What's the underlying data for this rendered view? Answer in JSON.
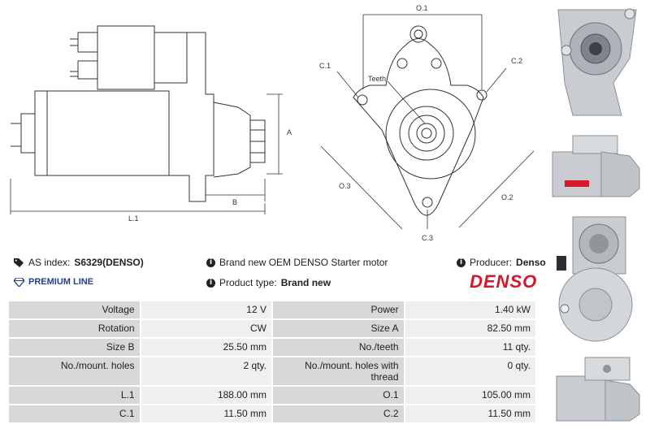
{
  "drawing_side": {
    "labels": {
      "A": "A",
      "B": "B",
      "L1": "L.1"
    }
  },
  "drawing_front": {
    "labels": {
      "O1": "O.1",
      "O2": "O.2",
      "O3": "O.3",
      "C1": "C.1",
      "C2": "C.2",
      "C3": "C.3",
      "teeth": "Teeth"
    }
  },
  "info": {
    "as_index_label": "AS index:",
    "as_index_value": "S6329(DENSO)",
    "premium_line": "PREMIUM LINE",
    "description": "Brand new OEM DENSO Starter motor",
    "product_type_label": "Product type:",
    "product_type_value": "Brand new",
    "producer_label": "Producer:",
    "producer_value": "Denso",
    "brand_logo": "DENSO",
    "brand_color": "#d6182a",
    "premium_color": "#1f3f8f"
  },
  "specs": [
    {
      "l1": "Voltage",
      "v1": "12 V",
      "l2": "Power",
      "v2": "1.40 kW"
    },
    {
      "l1": "Rotation",
      "v1": "CW",
      "l2": "Size A",
      "v2": "82.50 mm"
    },
    {
      "l1": "Size B",
      "v1": "25.50 mm",
      "l2": "No./teeth",
      "v2": "11 qty."
    },
    {
      "l1": "No./mount. holes",
      "v1": "2 qty.",
      "l2": "No./mount. holes with thread",
      "v2": "0 qty."
    },
    {
      "l1": "L.1",
      "v1": "188.00 mm",
      "l2": "O.1",
      "v2": "105.00 mm"
    },
    {
      "l1": "C.1",
      "v1": "11.50 mm",
      "l2": "C.2",
      "v2": "11.50 mm"
    }
  ],
  "icons": {
    "tag": "tag-icon",
    "diamond": "diamond-icon",
    "info": "info-icon"
  }
}
